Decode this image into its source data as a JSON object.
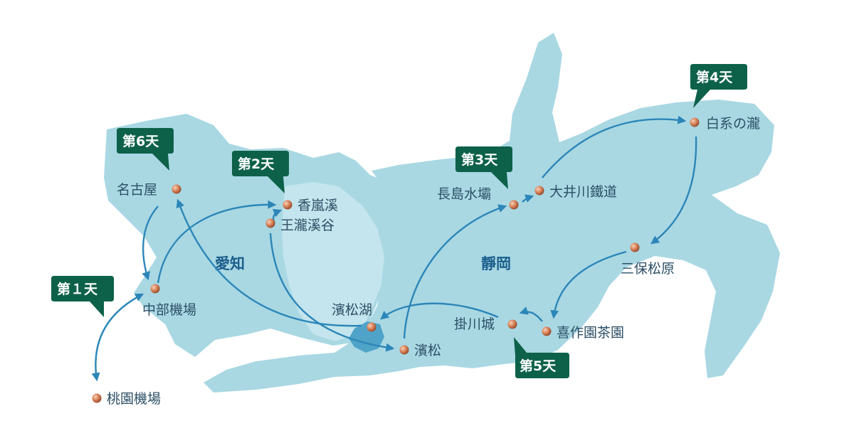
{
  "regions": [
    {
      "id": "aichi",
      "label": "愛知"
    },
    {
      "id": "shizuoka",
      "label": "靜岡"
    }
  ],
  "places": [
    {
      "id": "taoyuan-airport",
      "label": "桃園機場"
    },
    {
      "id": "chubu-airport",
      "label": "中部機場"
    },
    {
      "id": "nagoya",
      "label": "名古屋"
    },
    {
      "id": "korankei",
      "label": "香嵐溪"
    },
    {
      "id": "oudaki-keikoku",
      "label": "王瀧溪谷"
    },
    {
      "id": "hamanako",
      "label": "濱松湖"
    },
    {
      "id": "hamamatsu",
      "label": "濱松"
    },
    {
      "id": "nagashima-dam",
      "label": "長島水壩"
    },
    {
      "id": "oigawa-railway",
      "label": "大井川鐵道"
    },
    {
      "id": "shiraito-falls",
      "label": "白系の瀧"
    },
    {
      "id": "miho-matsubara",
      "label": "三保松原"
    },
    {
      "id": "kisaku-teaen",
      "label": "喜作園茶園"
    },
    {
      "id": "kakegawa-castle",
      "label": "掛川城"
    }
  ],
  "days": [
    {
      "id": "day1",
      "label": "第１天"
    },
    {
      "id": "day2",
      "label": "第2天"
    },
    {
      "id": "day3",
      "label": "第3天"
    },
    {
      "id": "day4",
      "label": "第4天"
    },
    {
      "id": "day5",
      "label": "第5天"
    },
    {
      "id": "day6",
      "label": "第6天"
    }
  ],
  "colors": {
    "land": "#a9d8e3",
    "land_light": "#c4e5ed",
    "lake": "#4fa3c8",
    "route": "#2c86b8",
    "marker": "#d9825a",
    "day_badge": "#0d6149",
    "label_text": "#2c4f66",
    "region_text": "#1b5d8c"
  }
}
